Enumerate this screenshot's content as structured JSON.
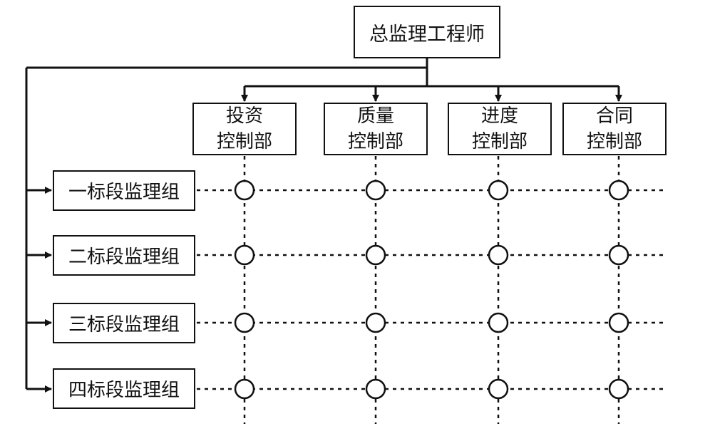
{
  "top_role": "总监理工程师",
  "departments": [
    {
      "line1": "投资",
      "line2": "控制部"
    },
    {
      "line1": "质量",
      "line2": "控制部"
    },
    {
      "line1": "进度",
      "line2": "控制部"
    },
    {
      "line1": "合同",
      "line2": "控制部"
    }
  ],
  "groups": [
    "一标段监理组",
    "二标段监理组",
    "三标段监理组",
    "四标段监理组"
  ],
  "colors": {
    "line": "#111111",
    "background": "#ffffff",
    "node_fill": "#ffffff"
  }
}
